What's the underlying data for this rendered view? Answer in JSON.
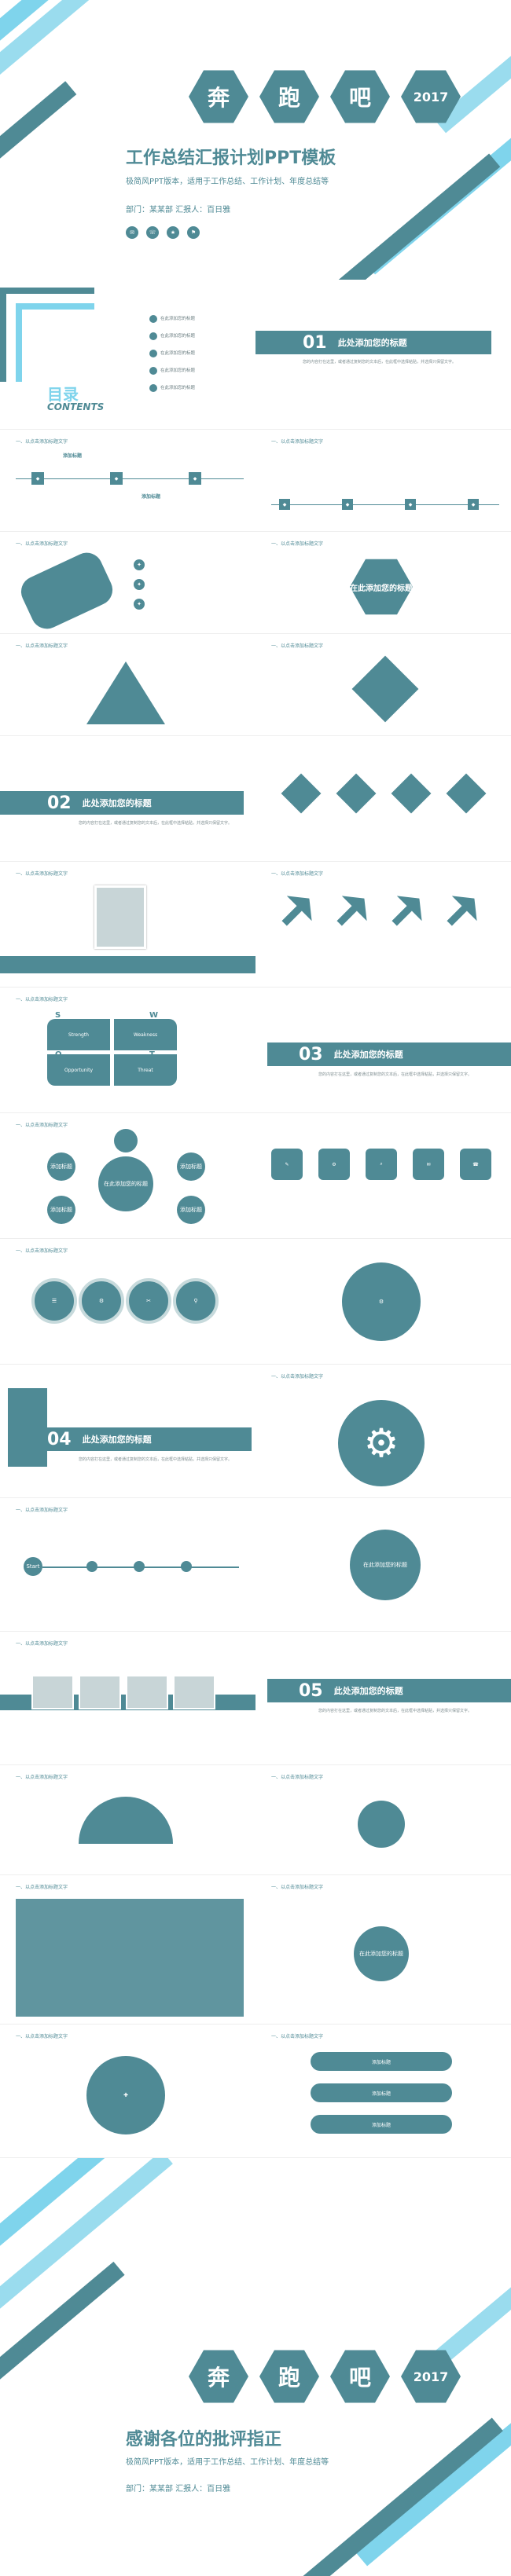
{
  "cover": {
    "hex1": "奔",
    "hex2": "跑",
    "hex3": "吧",
    "year": "2017",
    "title": "工作总结汇报计划PPT模板",
    "subtitle": "极简风PPT版本，适用于工作总结、工作计划、年度总结等",
    "author": "部门：某某部 汇报人：百日雅"
  },
  "toc": {
    "title": "目录",
    "title_en": "CONTENTS",
    "items": [
      "在此添加您的标题",
      "在此添加您的标题",
      "在此添加您的标题",
      "在此添加您的标题",
      "在此添加您的标题"
    ]
  },
  "sections": [
    {
      "num": "01",
      "title": "此处添加您的标题"
    },
    {
      "num": "02",
      "title": "此处添加您的标题"
    },
    {
      "num": "03",
      "title": "此处添加您的标题"
    },
    {
      "num": "04",
      "title": "此处添加您的标题"
    },
    {
      "num": "05",
      "title": "此处添加您的标题"
    }
  ],
  "slide_heading": "一、以点击添加标题文字",
  "placeholder_short": "添加标题",
  "placeholder_body": "您的内容打在这里，或者通过复制您的文本后，在此框中选择粘贴，并选择只保留文字。",
  "swot": [
    "S",
    "W",
    "O",
    "T"
  ],
  "swot_labels": [
    "Strength",
    "Weakness",
    "Opportunity",
    "Threat"
  ],
  "center_title": "在此添加您的标题",
  "start_label": "Start",
  "ending": {
    "hex1": "奔",
    "hex2": "跑",
    "hex3": "吧",
    "year": "2017",
    "title": "感谢各位的批评指正",
    "subtitle": "极简风PPT版本，适用于工作总结、工作计划、年度总结等",
    "author": "部门：某某部 汇报人：百日雅"
  },
  "colors": {
    "teal": "#4f8a95",
    "light_blue": "#7fd4ec"
  }
}
